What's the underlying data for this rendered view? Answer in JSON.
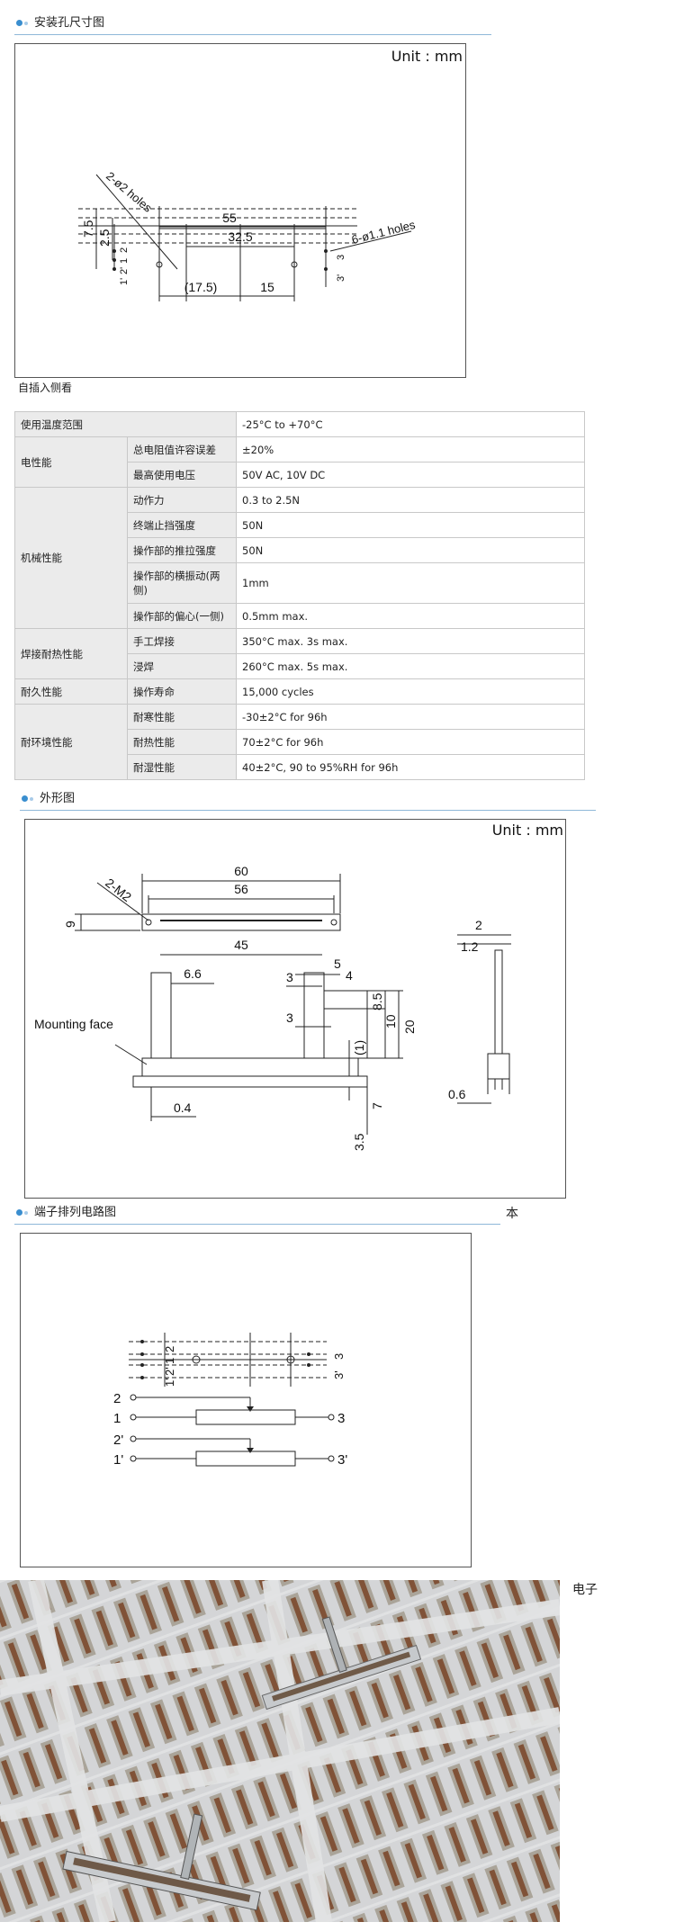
{
  "sections": {
    "mounting": {
      "title": "安装孔尺寸图",
      "unit": "Unit : mm",
      "caption": "自插入侧看"
    },
    "outline": {
      "title": "外形图",
      "unit": "Unit : mm"
    },
    "circuit": {
      "title": "端子排列电路图"
    }
  },
  "side_chars": {
    "ben": "本",
    "dianzi": "电子"
  },
  "mounting_diagram": {
    "d55": "55",
    "d32_5": "32.5",
    "d17_5": "(17.5)",
    "d15": "15",
    "d7_5": "7.5",
    "d2_5": "2.5",
    "holes2": "2-ø2 holes",
    "holes6": "6-ø1.1 holes",
    "t2": "2",
    "t1a": "1",
    "t2p": "2'",
    "t1p": "1'",
    "t3": "3",
    "t3p": "3'"
  },
  "specs": {
    "rows": [
      {
        "cat": "使用温度范围",
        "sub": "",
        "val": "-25°C to +70°C"
      },
      {
        "cat": "电性能",
        "sub": "总电阻值许容误差",
        "val": "±20%"
      },
      {
        "cat": "",
        "sub": "最高使用电压",
        "val": "50V AC, 10V DC"
      },
      {
        "cat": "机械性能",
        "sub": "动作力",
        "val": "0.3 to 2.5N"
      },
      {
        "cat": "",
        "sub": "终端止挡强度",
        "val": "50N"
      },
      {
        "cat": "",
        "sub": "操作部的推拉强度",
        "val": "50N"
      },
      {
        "cat": "",
        "sub": "操作部的横振动(两侧)",
        "val": "1mm"
      },
      {
        "cat": "",
        "sub": "操作部的偏心(一侧)",
        "val": "0.5mm max."
      },
      {
        "cat": "焊接耐热性能",
        "sub": "手工焊接",
        "val": "350°C max. 3s max."
      },
      {
        "cat": "",
        "sub": "浸焊",
        "val": "260°C max. 5s max."
      },
      {
        "cat": "耐久性能",
        "sub": "操作寿命",
        "val": "15,000 cycles"
      },
      {
        "cat": "耐环境性能",
        "sub": "耐寒性能",
        "val": "-30±2°C for 96h"
      },
      {
        "cat": "",
        "sub": "耐热性能",
        "val": "70±2°C for 96h"
      },
      {
        "cat": "",
        "sub": "耐湿性能",
        "val": "40±2°C, 90 to 95%RH for 96h"
      }
    ]
  },
  "outline_diagram": {
    "d60": "60",
    "d56": "56",
    "d45": "45",
    "d6_6": "6.6",
    "d5": "5",
    "d4": "4",
    "d3a": "3",
    "d3b": "3",
    "d8_5": "8.5",
    "d10": "10",
    "d20": "20",
    "d1": "(1)",
    "d7": "7",
    "d3_5": "3.5",
    "d0_4": "0.4",
    "d9": "9",
    "m2": "2-M2",
    "mounting_face": "Mounting face",
    "s2": "2",
    "s1_2": "1.2",
    "s0_6": "0.6"
  },
  "circuit_diagram": {
    "t2": "2",
    "t1": "1",
    "t2p": "2'",
    "t1p": "1'",
    "t3": "3",
    "t3p": "3'"
  }
}
